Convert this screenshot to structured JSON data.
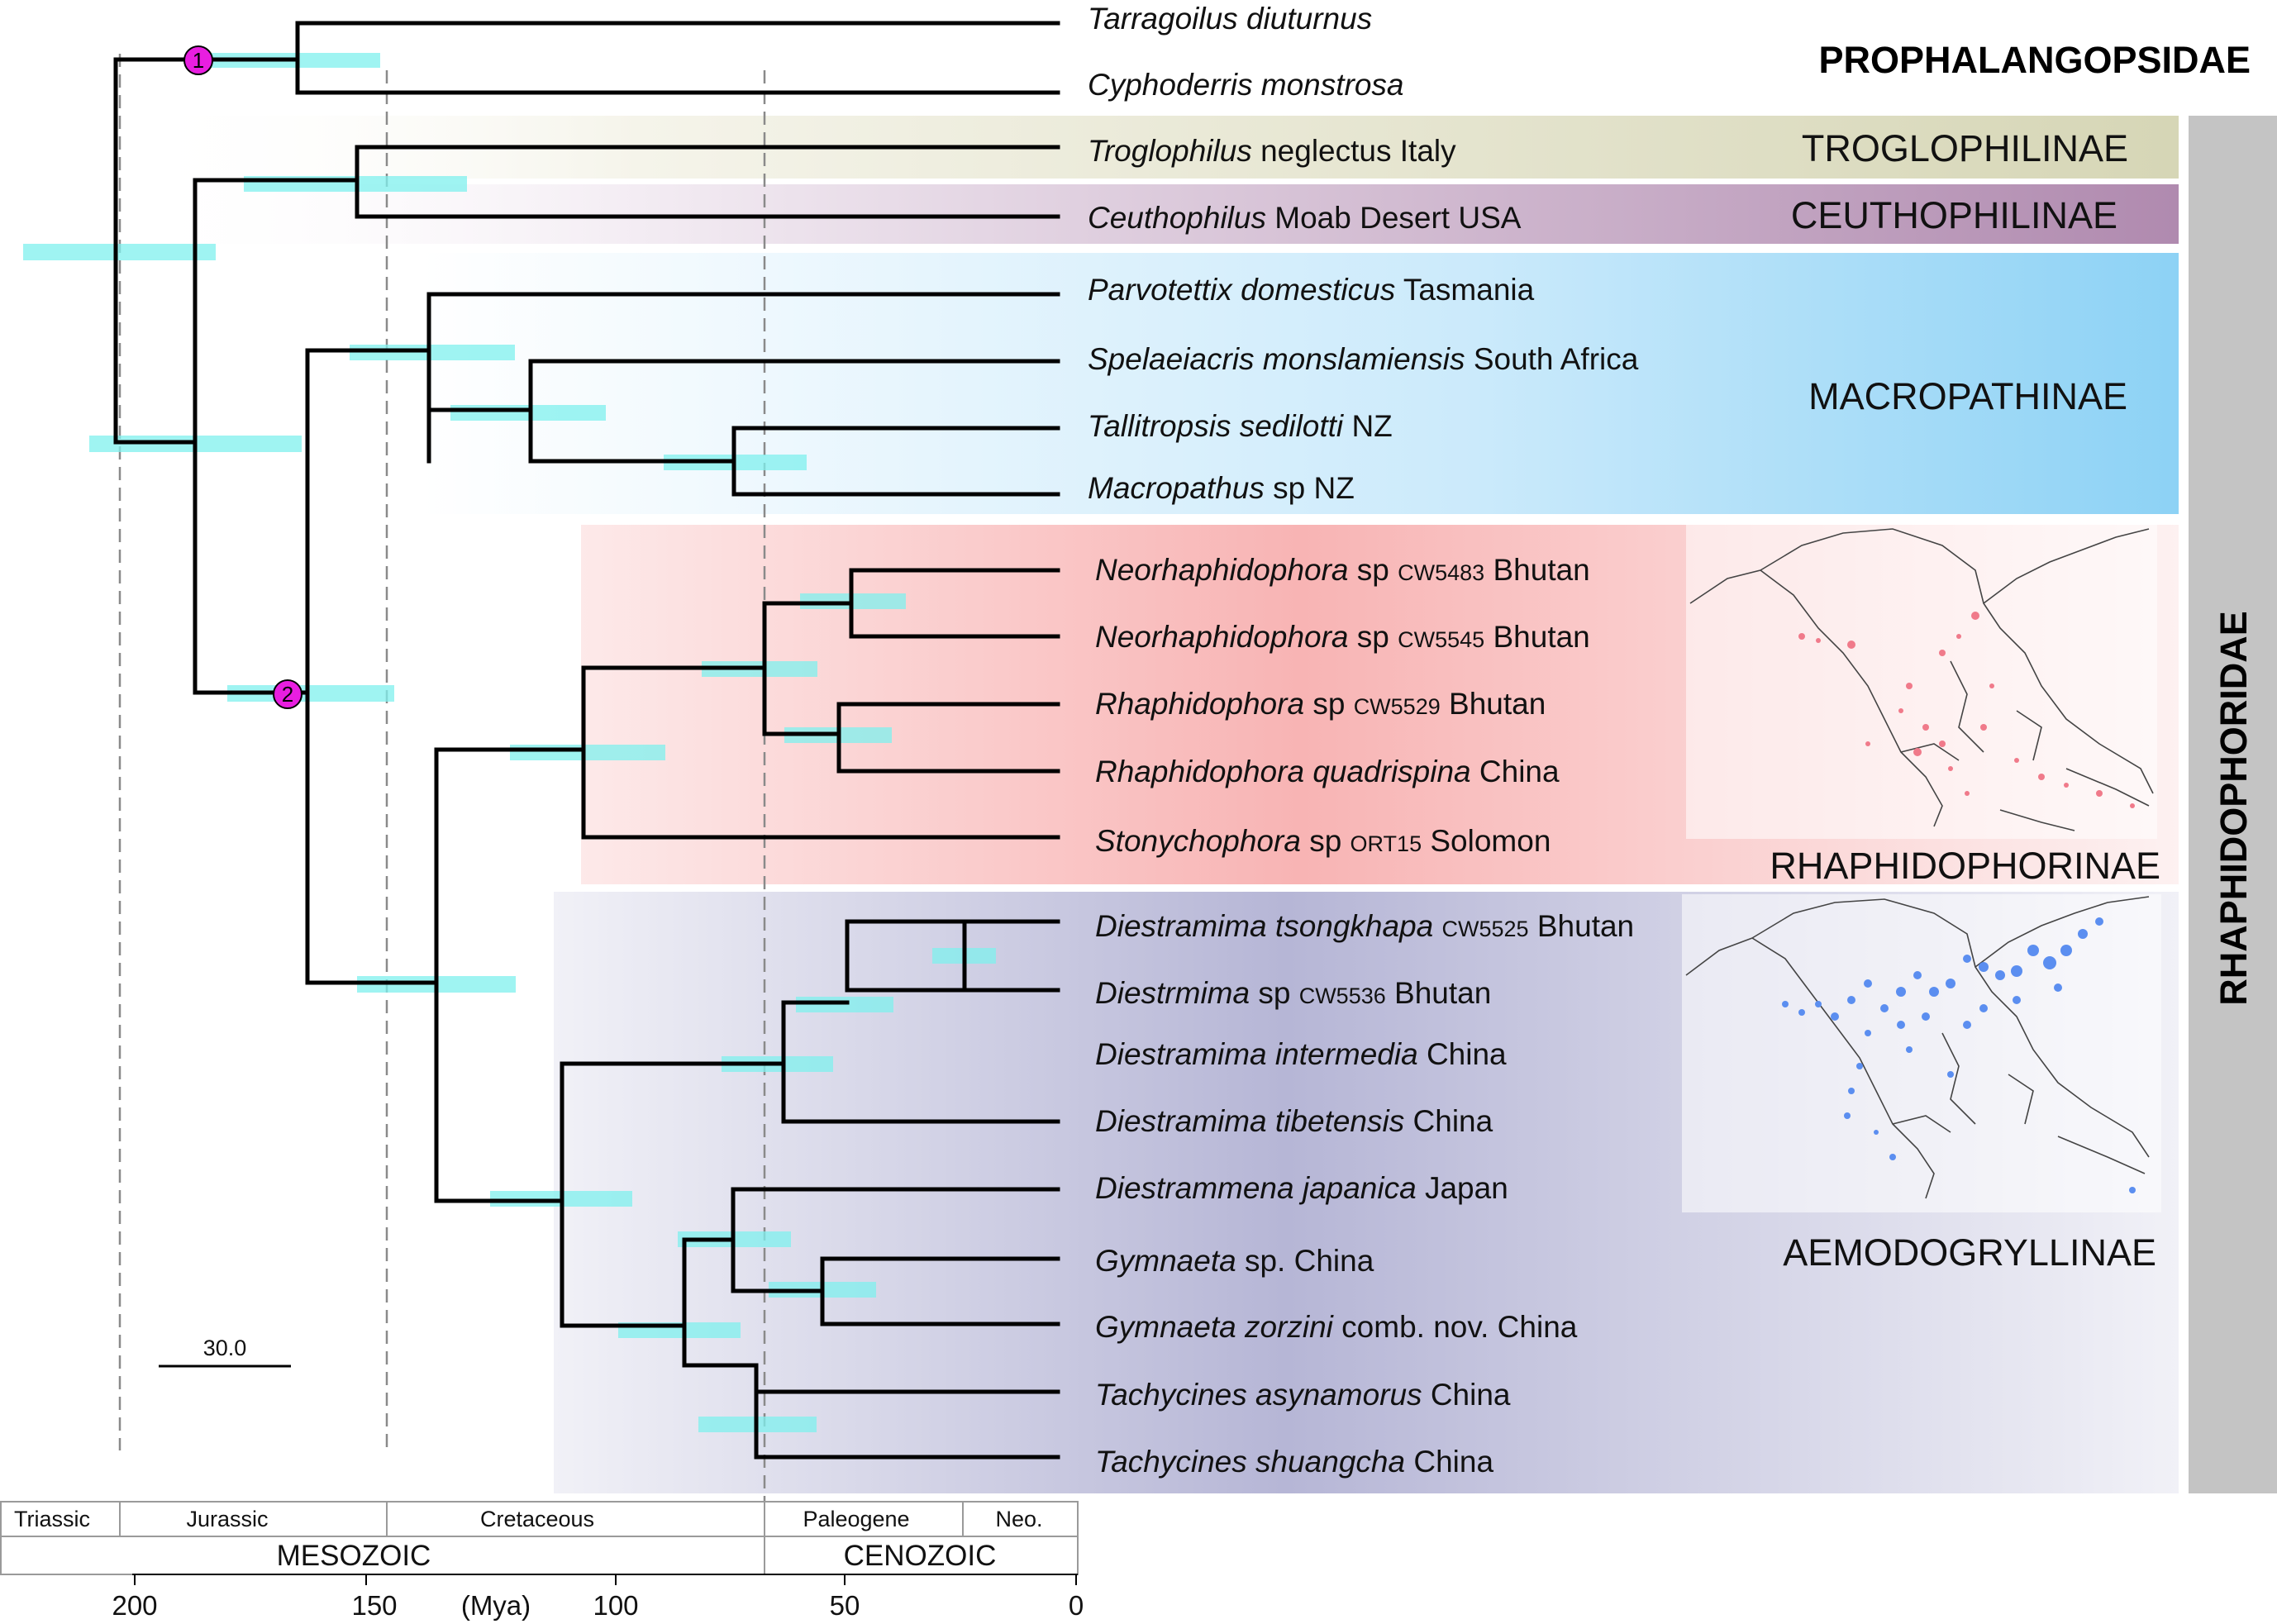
{
  "families": {
    "prophalangopsidae": "PROPHALANGOPSIDAE",
    "rhaphidophoridae": "RHAPHIDOPHORIDAE"
  },
  "subfamilies": {
    "troglophilinae": "TROGLOPHILINAE",
    "ceuthophilinae": "CEUTHOPHILINAE",
    "macropathinae": "MACROPATHINAE",
    "rhaphidophorinae": "RHAPHIDOPHORINAE",
    "aemodogryllinae": "AEMODOGRYLLINAE"
  },
  "colors": {
    "troglophilinae": "#d8d8b8",
    "ceuthophilinae": "#b48fb3",
    "macropathinae": "#8fd3f5",
    "rhaphidophorinae": "#f7b1b1",
    "aemodogryllinae": "#b3b3d3",
    "rhaphidophoridae_bar": "#c4c4c4",
    "hpd_bar": "#7ff0ee",
    "calibration_node": "#e81ee0",
    "map_points_rhaphidophorinae": "#f07a8a",
    "map_points_aemodogryllinae": "#5b8ef0"
  },
  "taxa": [
    {
      "genus": "Tarragoilus diuturnus",
      "rest": "",
      "code": "",
      "locality": ""
    },
    {
      "genus": "Cyphoderris monstrosa",
      "rest": "",
      "code": "",
      "locality": ""
    },
    {
      "genus": "Troglophilus",
      "rest": "neglectus Italy",
      "code": "",
      "locality": ""
    },
    {
      "genus": "Ceuthophilus",
      "rest": "Moab Desert USA",
      "code": "",
      "locality": ""
    },
    {
      "genus": "Parvotettix domesticus",
      "rest": "Tasmania",
      "code": "",
      "locality": ""
    },
    {
      "genus": "Spelaeiacris monslamiensis",
      "rest": "South Africa",
      "code": "",
      "locality": ""
    },
    {
      "genus": "Tallitropsis sedilotti",
      "rest": "NZ",
      "code": "",
      "locality": ""
    },
    {
      "genus": "Macropathus",
      "rest": "sp NZ",
      "code": "",
      "locality": ""
    },
    {
      "genus": "Neorhaphidophora",
      "rest": "sp",
      "code": "CW5483",
      "locality": "Bhutan"
    },
    {
      "genus": "Neorhaphidophora",
      "rest": "sp",
      "code": "CW5545",
      "locality": "Bhutan"
    },
    {
      "genus": "Rhaphidophora",
      "rest": "sp",
      "code": "CW5529",
      "locality": "Bhutan"
    },
    {
      "genus": "Rhaphidophora quadrispina",
      "rest": "China",
      "code": "",
      "locality": ""
    },
    {
      "genus": "Stonychophora",
      "rest": "sp",
      "code": "ORT15",
      "locality": "Solomon"
    },
    {
      "genus": "Diestramima tsongkhapa",
      "rest": "",
      "code": "CW5525",
      "locality": "Bhutan"
    },
    {
      "genus": "Diestrmima",
      "rest": "sp",
      "code": "CW5536",
      "locality": "Bhutan"
    },
    {
      "genus": "Diestramima intermedia",
      "rest": "China",
      "code": "",
      "locality": ""
    },
    {
      "genus": "Diestramima tibetensis",
      "rest": "China",
      "code": "",
      "locality": ""
    },
    {
      "genus": "Diestrammena japanica",
      "rest": "Japan",
      "code": "",
      "locality": ""
    },
    {
      "genus": "Gymnaeta",
      "rest": "sp. China",
      "code": "",
      "locality": ""
    },
    {
      "genus": "Gymnaeta zorzini",
      "rest": "comb. nov. China",
      "code": "",
      "locality": ""
    },
    {
      "genus": "Tachycines asynamorus",
      "rest": "China",
      "code": "",
      "locality": ""
    },
    {
      "genus": "Tachycines shuangcha",
      "rest": "China",
      "code": "",
      "locality": ""
    }
  ],
  "calibration_nodes": [
    "1",
    "2"
  ],
  "scale_bar": "30.0",
  "timescale": {
    "periods": [
      "Triassic",
      "Jurassic",
      "Cretaceous",
      "Paleogene",
      "Neo."
    ],
    "eras": [
      "MESOZOIC",
      "CENOZOIC"
    ],
    "ticks": [
      "200",
      "150",
      "100",
      "50",
      "0"
    ],
    "unit": "(Mya)"
  },
  "map_icons": [
    "asia-distribution-map-rhaphidophorinae",
    "asia-distribution-map-aemodogryllinae"
  ]
}
